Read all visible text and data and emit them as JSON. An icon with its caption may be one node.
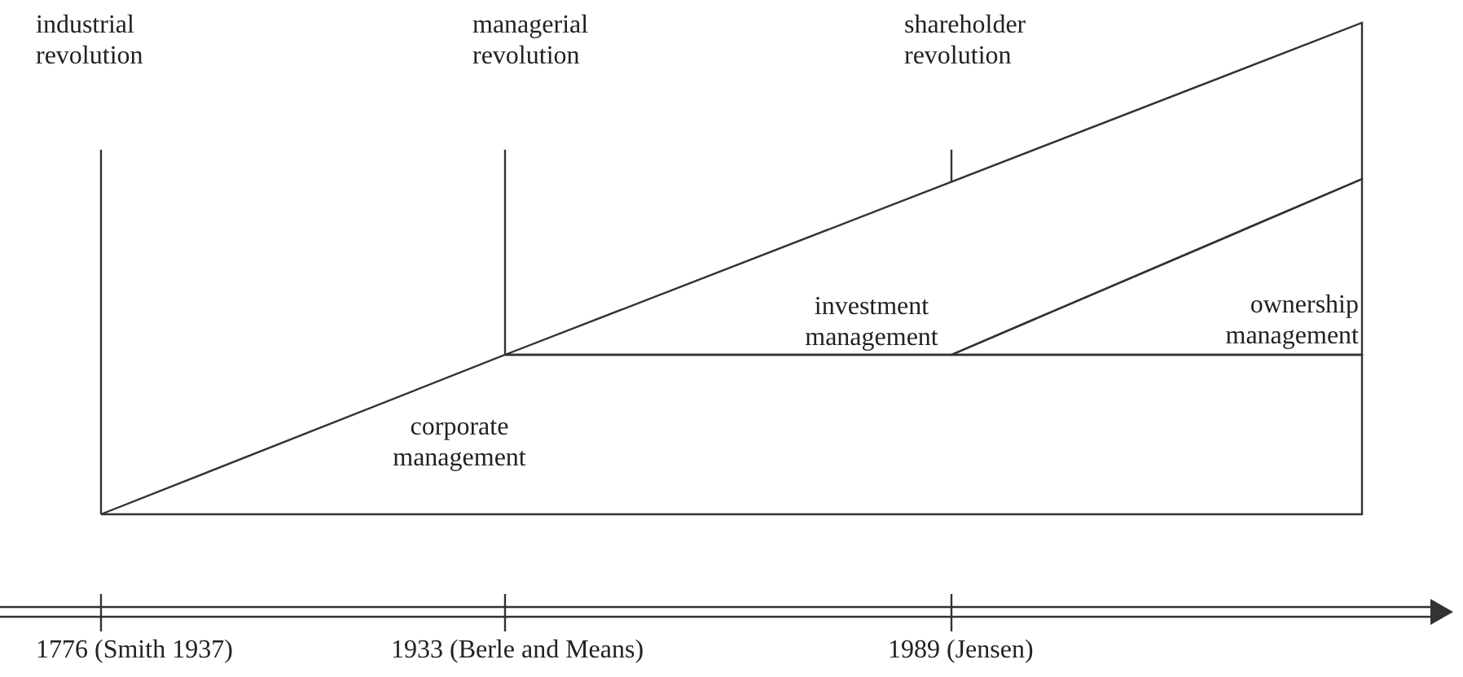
{
  "diagram": {
    "nodes": [
      {
        "text": [
          "corporate management"
        ]
      },
      {
        "text": [
          "investment management"
        ]
      },
      {
        "text": [
          "ownership management"
        ]
      }
    ],
    "labels": [
      "industrial revolution",
      "managerial revolution",
      "shareholder revolution",
      "1776 (Smith 1937)",
      "1933 (Berle and Means)",
      "1989 (Jensen)"
    ]
  }
}
